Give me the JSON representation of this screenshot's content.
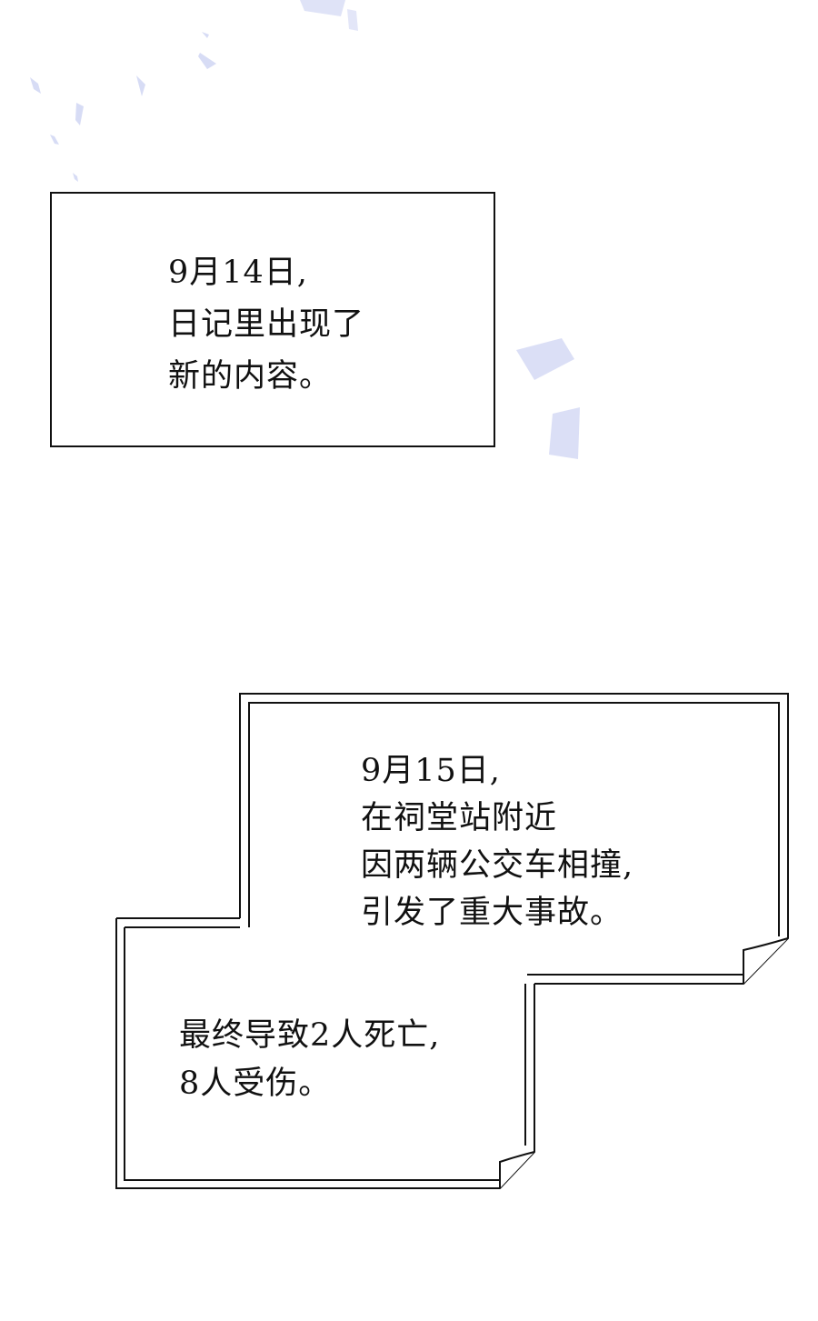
{
  "colors": {
    "confetti": "#d7dcf5",
    "border": "#111111"
  },
  "caption1": {
    "lines": [
      "9月14日,",
      "日记里出现了",
      "新的内容。"
    ]
  },
  "caption2": {
    "upper_lines": [
      "9月15日,",
      "在祠堂站附近",
      "因两辆公交车相撞,",
      "引发了重大事故。"
    ],
    "lower_lines": [
      "最终导致2人死亡,",
      "8人受伤。"
    ]
  }
}
